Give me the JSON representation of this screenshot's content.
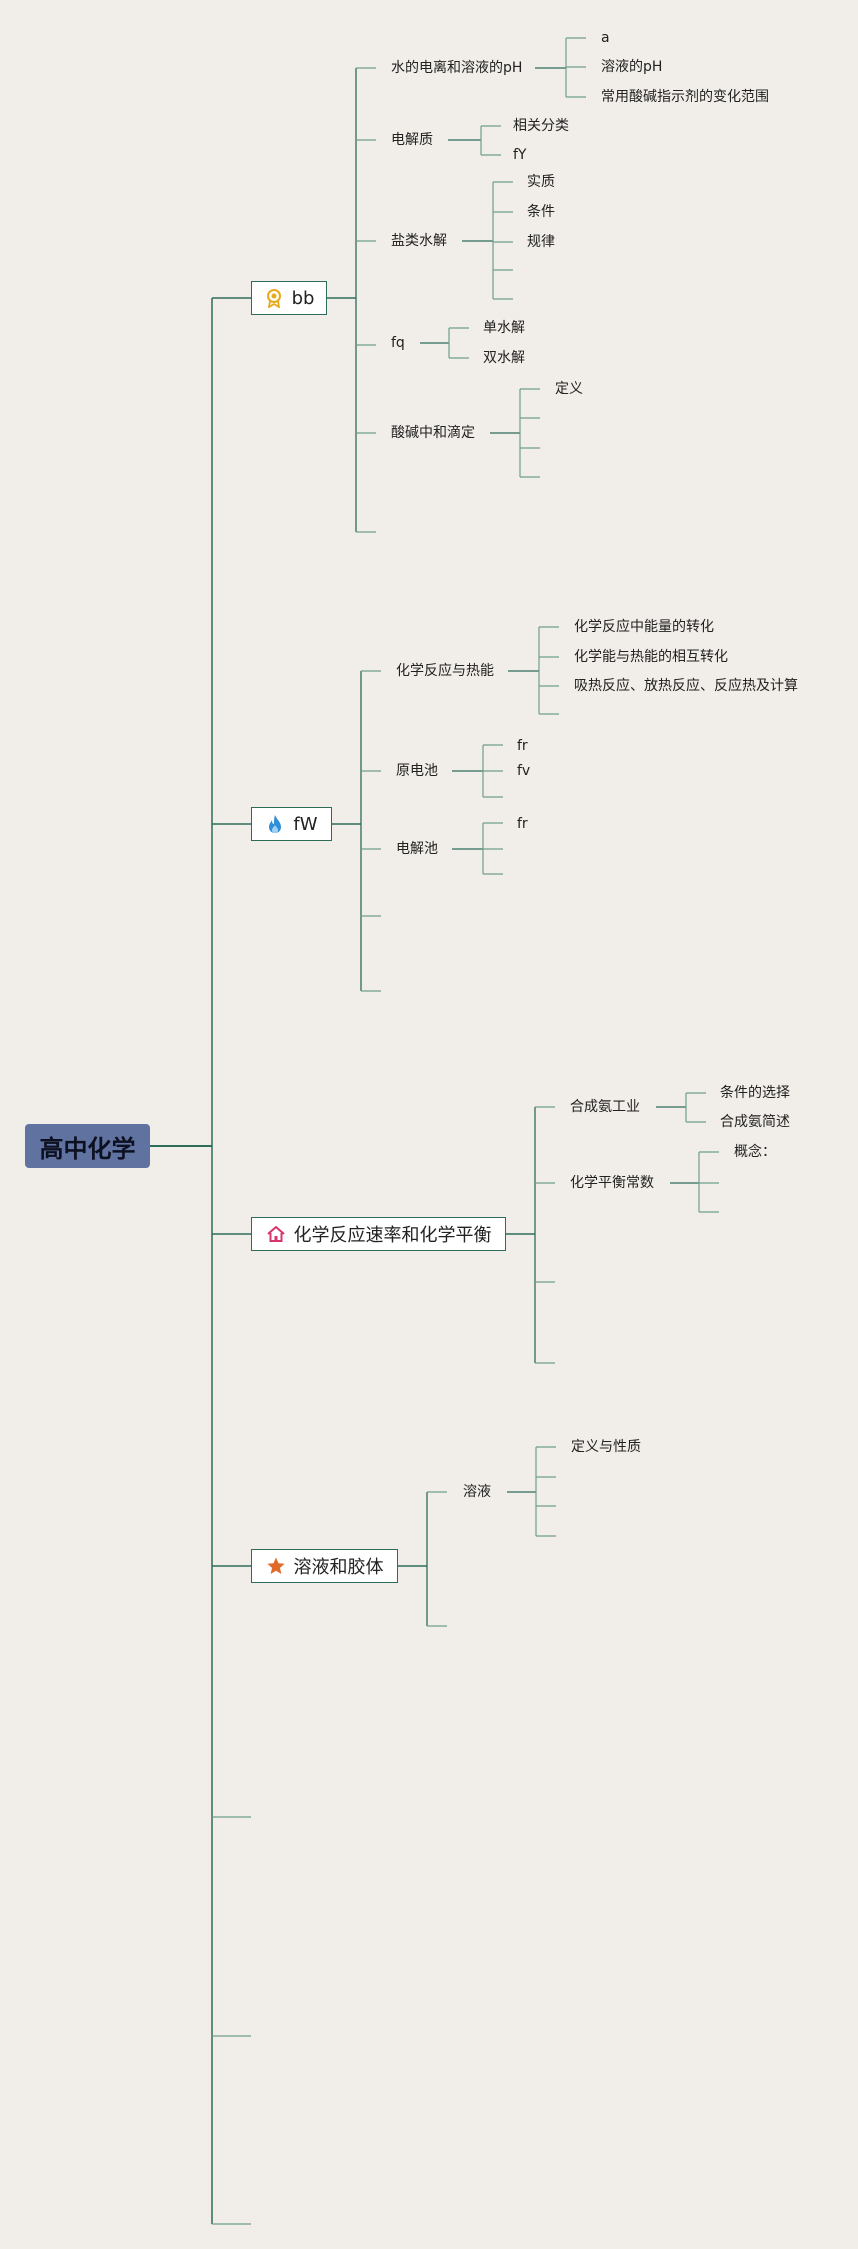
{
  "root": {
    "label": "高中化学"
  },
  "branches": {
    "b1": {
      "label": "bb",
      "icon": "award-medal-icon",
      "c1": {
        "label": "水的电离和溶液的pH",
        "c1": "a",
        "c2": "溶液的pH",
        "c3": "常用酸碱指示剂的变化范围"
      },
      "c2": {
        "label": "电解质",
        "c1": "相关分类",
        "c2": "fY"
      },
      "c3": {
        "label": "盐类水解",
        "c1": "实质",
        "c2": "条件",
        "c3": "规律"
      },
      "c4": {
        "label": "fq",
        "c1": "单水解",
        "c2": "双水解"
      },
      "c5": {
        "label": "酸碱中和滴定",
        "c1": "定义"
      }
    },
    "b2": {
      "label": "fW",
      "icon": "flame-icon",
      "c1": {
        "label": "化学反应与热能",
        "c1": "化学反应中能量的转化",
        "c2": "化学能与热能的相互转化",
        "c3": "吸热反应、放热反应、反应热及计算"
      },
      "c2": {
        "label": "原电池",
        "c1": "fr",
        "c2": "fv"
      },
      "c3": {
        "label": "电解池",
        "c1": "fr"
      }
    },
    "b3": {
      "label": "化学反应速率和化学平衡",
      "icon": "house-icon",
      "c1": {
        "label": "合成氨工业",
        "c1": "条件的选择",
        "c2": "合成氨简述"
      },
      "c2": {
        "label": "化学平衡常数",
        "c1": "概念："
      }
    },
    "b4": {
      "label": "溶液和胶体",
      "icon": "star-icon",
      "c1": {
        "label": "溶液",
        "c1": "定义与性质"
      }
    }
  },
  "colors": {
    "line": "#2e6c5a",
    "thin_line": "#6fa08d",
    "root_fill": "#5f72a0",
    "background": "#f1ede8"
  }
}
